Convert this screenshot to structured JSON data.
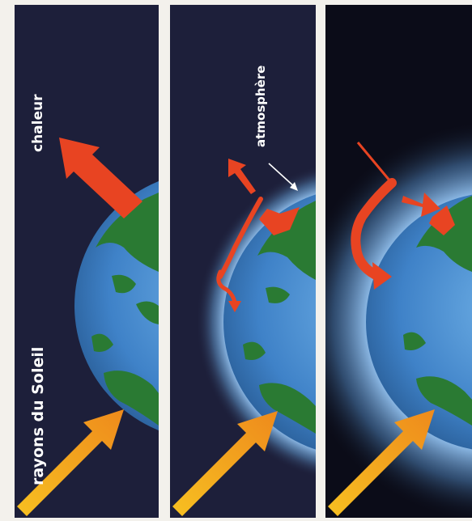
{
  "labels": {
    "heat": "chaleur",
    "sun_rays": "rayons du Soleil",
    "atmosphere": "atmosphère"
  },
  "colors": {
    "space": "#1d1f3a",
    "ocean": "#3f82c8",
    "land": "#2a7a33",
    "atmosphere": "#9fd0ff",
    "sun_arrow": "#f0a020",
    "heat_arrow": "#e84422",
    "page": "#f3f1ec"
  },
  "panels": [
    {
      "name": "without-atmosphere"
    },
    {
      "name": "thin-atmosphere"
    },
    {
      "name": "thick-atmosphere"
    }
  ]
}
